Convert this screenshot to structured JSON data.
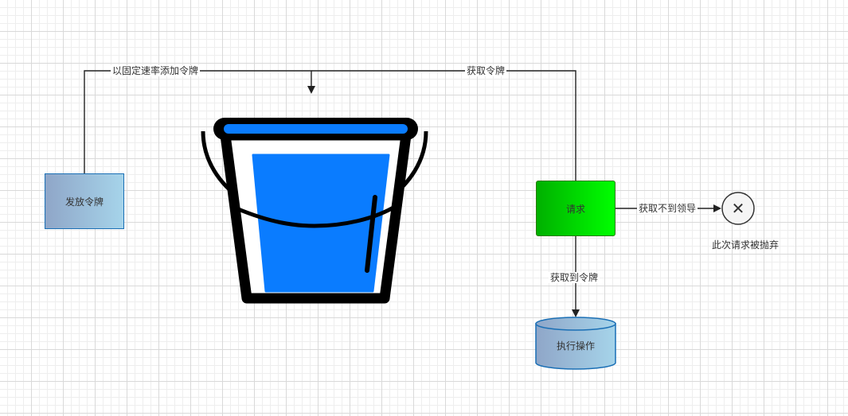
{
  "nodes": {
    "issue_token": "发放令牌",
    "request": "请求",
    "execute": "执行操作",
    "discard_note": "此次请求被抛弃",
    "reject_symbol": "✕"
  },
  "edges": {
    "add_tokens": "以固定速率添加令牌",
    "get_token": "获取令牌",
    "no_token": "获取不到领导",
    "got_token": "获取到令牌"
  },
  "colors": {
    "bucket_fill": "#0a7cff",
    "bucket_outline": "#000000",
    "request_gradient": [
      "#00b000",
      "#00ff00"
    ],
    "box_gradient": [
      "#8fa6c8",
      "#a6d4ea"
    ]
  }
}
